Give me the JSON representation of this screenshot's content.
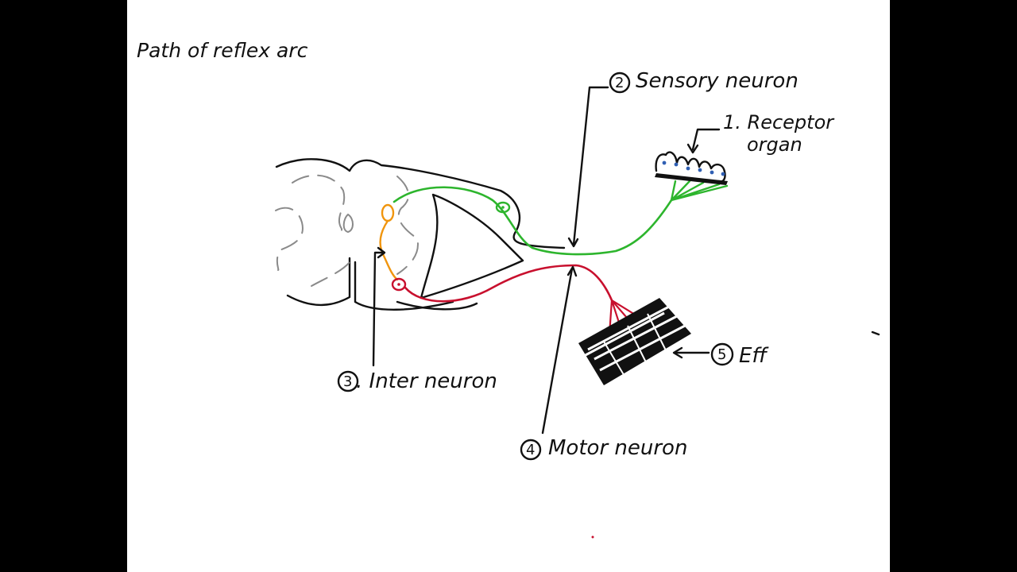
{
  "title": "Path of reflex arc",
  "labels": {
    "receptor_line1": "1. Receptor",
    "receptor_line2": "organ",
    "sensory": {
      "number": "2",
      "text": "Sensory neuron"
    },
    "interneuron": {
      "number": "3",
      "text": ". Inter neuron"
    },
    "motor": {
      "number": "4",
      "text": "Motor neuron"
    },
    "effector": {
      "number": "5",
      "text": "Eff"
    }
  },
  "colors": {
    "sensory": "#2db52d",
    "interneuron": "#f0950e",
    "motor": "#c8102e",
    "ink": "#111111",
    "gray_matter": "#8a8a8a",
    "receptor_dots": "#2f5fb3",
    "background": "#ffffff",
    "margin": "#000000"
  }
}
